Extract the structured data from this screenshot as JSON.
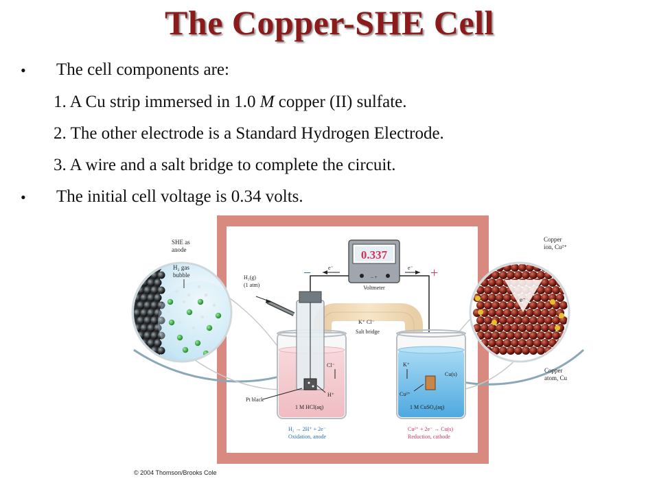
{
  "title": "The Copper-SHE Cell",
  "bullets": [
    "The cell components are:",
    "The initial cell voltage is 0.34 volts."
  ],
  "items": [
    {
      "num": "1.",
      "pre": "A Cu strip immersed in 1.0 ",
      "ital": "M",
      "post": " copper (II) sulfate."
    },
    {
      "num": "2.",
      "text": "The other electrode is a Standard Hydrogen Electrode."
    },
    {
      "num": "3.",
      "text": "A wire and a salt bridge to complete the circuit."
    }
  ],
  "diagram": {
    "voltmeter_reading": "0.337",
    "voltmeter_label": "Voltmeter",
    "minus_sign": "−",
    "plus_sign": "+",
    "electron": "e⁻",
    "h2_label_1": "H₂(g)",
    "h2_label_2": "(1 atm)",
    "salt_bridge_ions": "K⁺  Cl⁻",
    "salt_bridge_label": "Salt bridge",
    "left_cl": "Cl⁻",
    "left_h": "H⁺",
    "right_k": "K⁺",
    "right_cu2": "Cu²⁺",
    "right_cus": "Cu(s)",
    "pt_black": "Pt black",
    "left_solution": "1 M HCl(aq)",
    "right_solution": "1 M CuSO₄(aq)",
    "left_reaction": "H₂ → 2H⁺ + 2e⁻",
    "left_process": "Oxidation, anode",
    "right_reaction": "Cu²⁺ + 2e⁻ → Cu(s)",
    "right_process": "Reduction, cathode",
    "she_anode_1": "SHE as",
    "she_anode_2": "anode",
    "h2_bubble_1": "H₂ gas",
    "h2_bubble_2": "bubble",
    "copper_ion_1": "Copper",
    "copper_ion_2": "ion, Cu²⁺",
    "copper_atom_1": "Copper",
    "copper_atom_2": "atom, Cu",
    "zoom_electron": "e⁻"
  },
  "copyright": "© 2004 Thomson/Brooks Cole",
  "colors": {
    "title": "#8b1a1a",
    "frame": "#d98a80",
    "anode_solution": "#f3c9cd",
    "cathode_solution": "#7dc4ec",
    "voltmeter_display": "#d8305a"
  }
}
